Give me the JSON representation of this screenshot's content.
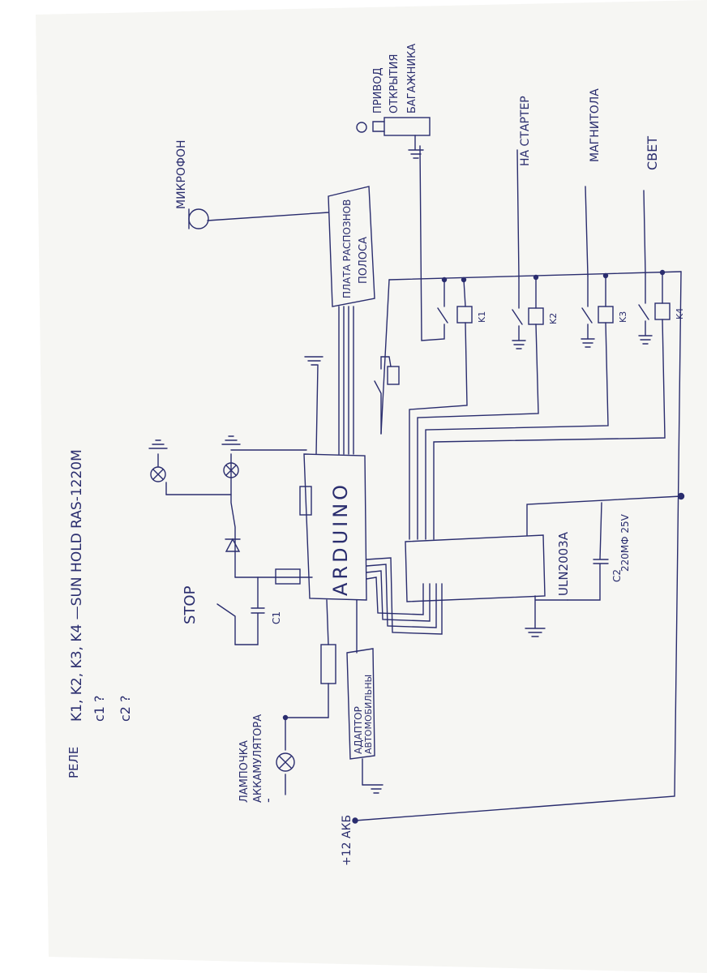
{
  "colors": {
    "ink": "#2a2d6e",
    "paper": "#f6f6f3",
    "background": "#ffffff"
  },
  "labels": {
    "relay_title": "РЕЛЕ",
    "relay_list": "K1, K2, K3, K4 —SUN HOLD RAS-1220M",
    "c1_note": "c1 ?",
    "c2_note": "c2 ?",
    "battery_lamp_1": "ЛАМПОЧКА",
    "battery_lamp_2": "АККАМУЛЯТОРА",
    "stop": "STOP",
    "c1": "C1",
    "microphone": "МИКРОФОН",
    "board_1": "ПЛАТА РАСПОЗНОВ",
    "board_2": "ПОЛОСА",
    "arduino": "ARDUINO",
    "uln": "ULN2003A",
    "cap_value": "220МФ 25V",
    "c2": "C2",
    "adapter_1": "АДАПТОР",
    "adapter_2": "АВТОМОБИЛЬНЫ",
    "battery": "+12 АКБ",
    "minus": "-",
    "trunk_1": "ПРИВОД",
    "trunk_2": "ОТКРЫТИЯ",
    "trunk_3": "БАГАЖНИКА",
    "starter": "НА СТАРТЕР",
    "radio": "МАГНИТОЛА",
    "light": "СВЕТ",
    "k1": "K1",
    "k2": "K2",
    "k3": "K3",
    "k4": "K4"
  }
}
